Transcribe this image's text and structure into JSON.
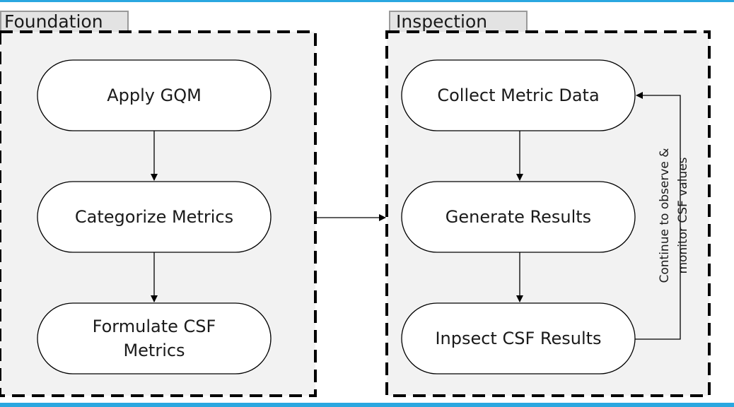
{
  "panels": {
    "foundation": {
      "title": "Foundation"
    },
    "inspection": {
      "title": "Inspection"
    }
  },
  "nodes": {
    "apply_gqm": "Apply GQM",
    "categorize_metrics": "Categorize Metrics",
    "formulate_csf_metrics": "Formulate CSF\nMetrics",
    "collect_metric_data": "Collect Metric Data",
    "generate_results": "Generate Results",
    "inspect_csf_results": "Inpsect CSF Results"
  },
  "loop_label": {
    "line1": "Continue to observe &",
    "line2": "monitor CSF values"
  },
  "colors": {
    "frame": "#2aa7e0",
    "panel_fill": "#f2f2f2",
    "node_fill": "#ffffff",
    "stroke": "#000000"
  }
}
